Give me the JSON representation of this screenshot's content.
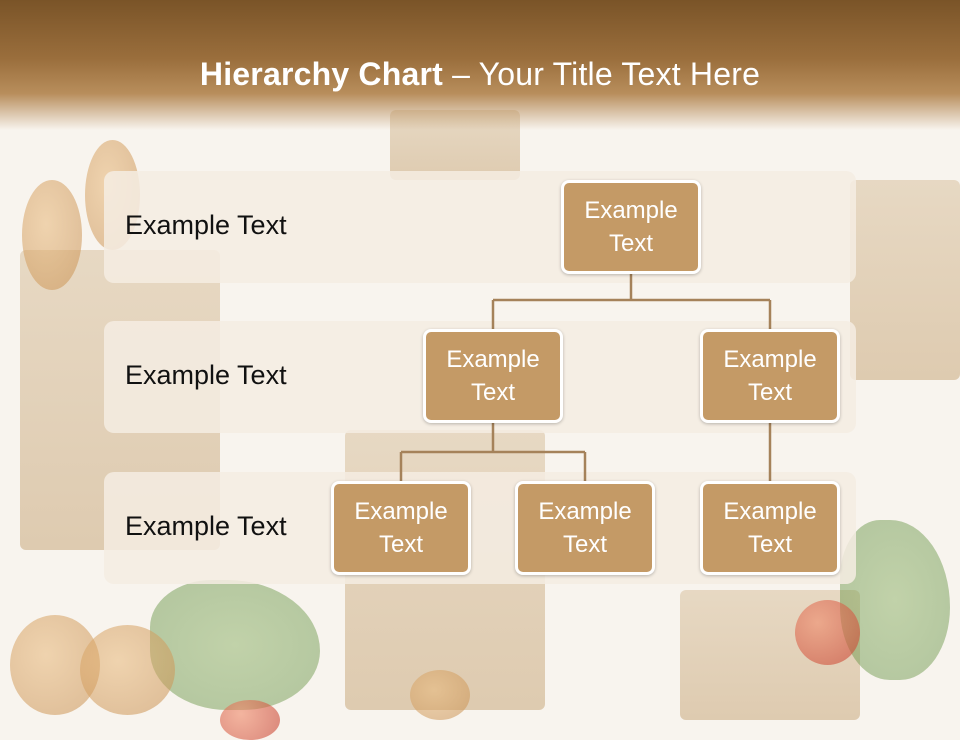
{
  "title": {
    "bold": "Hierarchy Chart",
    "dash": " – ",
    "rest": "Your Title Text Here"
  },
  "levels": [
    {
      "label": "Example Text"
    },
    {
      "label": "Example Text"
    },
    {
      "label": "Example Text"
    }
  ],
  "nodes": {
    "root": "Example\nText",
    "l2_left": "Example\nText",
    "l2_right": "Example\nText",
    "l3_a": "Example\nText",
    "l3_b": "Example\nText",
    "l3_c": "Example\nText"
  },
  "colors": {
    "box": "#c49a66",
    "connector": "#a5825a",
    "header": "#8a6130"
  }
}
